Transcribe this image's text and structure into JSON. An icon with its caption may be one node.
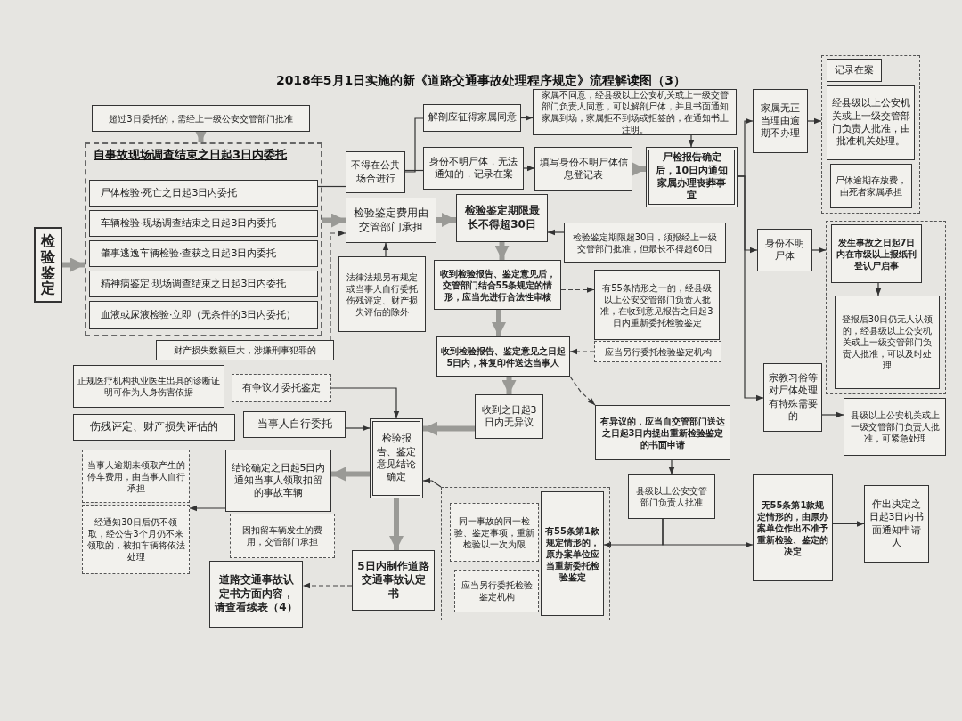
{
  "diagram": {
    "title": "2018年5月1日实施的新《道路交通事故处理程序规定》流程解读图（3）",
    "nodes": [
      {
        "text": [
          "检验鉴定"
        ]
      },
      {
        "text": [
          "超过3日委托的，需经上一级公安交管部门批准"
        ]
      },
      {
        "text": [
          "自事故现场调查结束之日起3日内委托"
        ]
      },
      {
        "text": [
          "尸体检验·死亡之日起3日内委托"
        ],
        "in": 2
      },
      {
        "text": [
          "车辆检验·现场调查结束之日起3日内委托"
        ],
        "in": 2
      },
      {
        "text": [
          "肇事逃逸车辆检验·查获之日起3日内委托"
        ],
        "in": 2
      },
      {
        "text": [
          "精神病鉴定·现场调查结束之日起3日内委托"
        ],
        "in": 2
      },
      {
        "text": [
          "血液或尿液检验·立即（无条件的3日内委托）"
        ],
        "in": 2
      },
      {
        "text": [
          "不得在公共场合进行"
        ]
      },
      {
        "text": [
          "解剖应征得家属同意"
        ]
      },
      {
        "text": [
          "身份不明尸体，无法通知的，记录在案"
        ]
      },
      {
        "text": [
          "家属不同意，经县级以上公安机关或上一级交管部门负责人同意，可以解剖尸体，并且书面通知家属到场，家属拒不到场或拒签的，在通知书上注明。"
        ]
      },
      {
        "text": [
          "填写身份不明尸体信息登记表"
        ]
      },
      {
        "text": [
          "尸检报告确定后，10日内通知家属办理丧葬事宜"
        ]
      },
      {
        "text": [
          "家属无正当理由逾期不办理"
        ]
      },
      {
        "text": [],
        "shape": "box"
      },
      {
        "text": [
          "记录在案"
        ],
        "in": 15
      },
      {
        "text": [
          "经县级以上公安机关或上一级交管部门负责人批准，由批准机关处理。"
        ],
        "in": 15
      },
      {
        "text": [
          "尸体逾期存放费，由死者家属承担"
        ],
        "in": 15
      },
      {
        "text": [
          "检验鉴定费用由交管部门承担"
        ]
      },
      {
        "text": [
          "检验鉴定期限最长不得超30日"
        ]
      },
      {
        "text": [
          "检验鉴定期限超30日，须报经上一级交管部门批准，但最长不得超60日"
        ]
      },
      {
        "text": [
          "法律法规另有规定或当事人自行委托伤残评定、财产损失评估的除外"
        ]
      },
      {
        "text": [
          "财产损失数额巨大，涉嫌刑事犯罪的"
        ]
      },
      {
        "text": [
          "收到检验报告、鉴定意见后，交管部门结合55条规定的情形，应当先进行合法性审核"
        ]
      },
      {
        "text": [
          "有55条情形之一的，经县级以上公安交管部门负责人批准，在收到意见报告之日起3日内重新委托检验鉴定"
        ]
      },
      {
        "text": [
          "应当另行委托检验鉴定机构"
        ]
      },
      {
        "text": [
          "收到检验报告、鉴定意见之日起5日内，将复印件送达当事人"
        ]
      },
      {
        "text": [
          "收到之日起3日内无异议"
        ]
      },
      {
        "text": [
          "检验报告、鉴定意见结论确定"
        ]
      },
      {
        "text": [
          "正规医疗机构执业医生出具的诊断证明可作为人身伤害依据"
        ]
      },
      {
        "text": [
          "有争议才委托鉴定"
        ]
      },
      {
        "text": [
          "伤残评定、财产损失评估的"
        ]
      },
      {
        "text": [
          "当事人自行委托"
        ]
      },
      {
        "text": [
          "当事人逾期未领取产生的停车费用，由当事人自行承担"
        ]
      },
      {
        "text": [
          "经通知30日后仍不领取，经公告3个月仍不来领取的，被扣车辆将依法处理"
        ]
      },
      {
        "text": [
          "结论确定之日起5日内通知当事人领取扣留的事故车辆"
        ]
      },
      {
        "text": [
          "因扣留车辆发生的费用，交管部门承担"
        ]
      },
      {
        "text": [
          "道路交通事故认定书方面内容，请查看续表（4）"
        ]
      },
      {
        "text": [
          "5日内制作道路交通事故认定书"
        ]
      },
      {
        "text": [],
        "shape": "box"
      },
      {
        "text": [
          "同一事故的同一检验、鉴定事项，重新检验以一次为限"
        ],
        "in": 40
      },
      {
        "text": [
          "应当另行委托检验鉴定机构"
        ],
        "in": 40
      },
      {
        "text": [
          "有55条第1款规定情形的，原办案单位应当重新委托检验鉴定"
        ],
        "in": 40
      },
      {
        "text": [
          "有异议的，应当自交管部门送达之日起3日内提出重新检验鉴定的书面申请"
        ]
      },
      {
        "text": [
          "县级以上公安交管部门负责人批准"
        ]
      },
      {
        "text": [
          "无55条第1款规定情形的，由原办案单位作出不准予重新检验、鉴定的决定"
        ]
      },
      {
        "text": [
          "作出决定之日起3日内书面通知申请人"
        ]
      },
      {
        "text": [
          "身份不明尸体"
        ]
      },
      {
        "text": [],
        "shape": "box"
      },
      {
        "text": [
          "发生事故之日起7日内在市级以上报纸刊登认尸启事"
        ],
        "in": 49
      },
      {
        "text": [
          "登报后30日仍无人认领的，经县级以上公安机关或上一级交管部门负责人批准，可以及时处理"
        ],
        "in": 49
      },
      {
        "text": [
          "宗教习俗等对尸体处理有特殊需要的"
        ]
      },
      {
        "text": [
          "县级以上公安机关或上一级交管部门负责人批准，可紧急处理"
        ]
      }
    ],
    "edges": [
      {
        "from": 1,
        "to": 2,
        "arrow": "to",
        "style": "thick",
        "color": "#9a9a96"
      },
      {
        "from": 0,
        "to": 2,
        "arrow": "to",
        "style": "thick",
        "color": "#9a9a96"
      },
      {
        "from": 3,
        "to": 8,
        "arrow": "none"
      },
      {
        "from": 8,
        "to": 9,
        "arrow": "none"
      },
      {
        "from": 8,
        "to": 10,
        "arrow": "none"
      },
      {
        "from": 9,
        "to": 11,
        "arrow": "to"
      },
      {
        "from": 10,
        "to": 12,
        "arrow": "to"
      },
      {
        "from": 11,
        "to": 13,
        "arrow": "to"
      },
      {
        "from": 12,
        "to": 13,
        "arrow": "to",
        "style": "thick",
        "color": "#9a9a96"
      },
      {
        "from": 13,
        "to": 14,
        "arrow": "to"
      },
      {
        "from": 13,
        "to": 48,
        "arrow": "to"
      },
      {
        "from": 13,
        "to": 52,
        "arrow": "to"
      },
      {
        "from": 14,
        "to": 15,
        "arrow": "to"
      },
      {
        "from": 48,
        "to": 49,
        "arrow": "to"
      },
      {
        "from": 50,
        "to": 51,
        "arrow": "to"
      },
      {
        "from": 52,
        "to": 53,
        "arrow": "to"
      },
      {
        "from": 2,
        "to": 19,
        "arrow": "to",
        "style": "thick",
        "color": "#9a9a96"
      },
      {
        "from": 22,
        "to": 19,
        "arrow": "to"
      },
      {
        "from": 23,
        "to": 19,
        "arrow": "to",
        "style": "dashed"
      },
      {
        "from": 19,
        "to": 20,
        "arrow": "to",
        "style": "thick",
        "color": "#9a9a96"
      },
      {
        "from": 21,
        "to": 20,
        "arrow": "to"
      },
      {
        "from": 20,
        "to": 24,
        "arrow": "to",
        "style": "thick",
        "color": "#9a9a96"
      },
      {
        "from": 24,
        "to": 25,
        "arrow": "to",
        "style": "dashed"
      },
      {
        "from": 24,
        "to": 27,
        "arrow": "to",
        "style": "thick",
        "color": "#9a9a96"
      },
      {
        "from": 26,
        "to": 27,
        "arrow": "to",
        "style": "dashed"
      },
      {
        "from": 27,
        "to": 28,
        "arrow": "to",
        "style": "thick",
        "color": "#9a9a96"
      },
      {
        "from": 27,
        "to": 44,
        "arrow": "to",
        "style": "dashed"
      },
      {
        "from": 28,
        "to": 29,
        "arrow": "to",
        "style": "thick",
        "color": "#9a9a96"
      },
      {
        "from": 31,
        "to": 29,
        "arrow": "to"
      },
      {
        "from": 33,
        "to": 29,
        "arrow": "to"
      },
      {
        "from": 29,
        "to": 36,
        "arrow": "to",
        "style": "thick",
        "color": "#9a9a96"
      },
      {
        "from": 36,
        "to": 35,
        "arrow": "to"
      },
      {
        "from": 29,
        "to": 39,
        "arrow": "to",
        "style": "thick",
        "color": "#9a9a96"
      },
      {
        "from": 39,
        "to": 38,
        "arrow": "to",
        "style": "dashed"
      },
      {
        "from": 40,
        "to": 29,
        "arrow": "to"
      },
      {
        "from": 44,
        "to": 45,
        "arrow": "to"
      },
      {
        "from": 45,
        "to": 43,
        "arrow": "to"
      },
      {
        "from": 45,
        "to": 46,
        "arrow": "to"
      },
      {
        "from": 46,
        "to": 47,
        "arrow": "to"
      }
    ]
  }
}
